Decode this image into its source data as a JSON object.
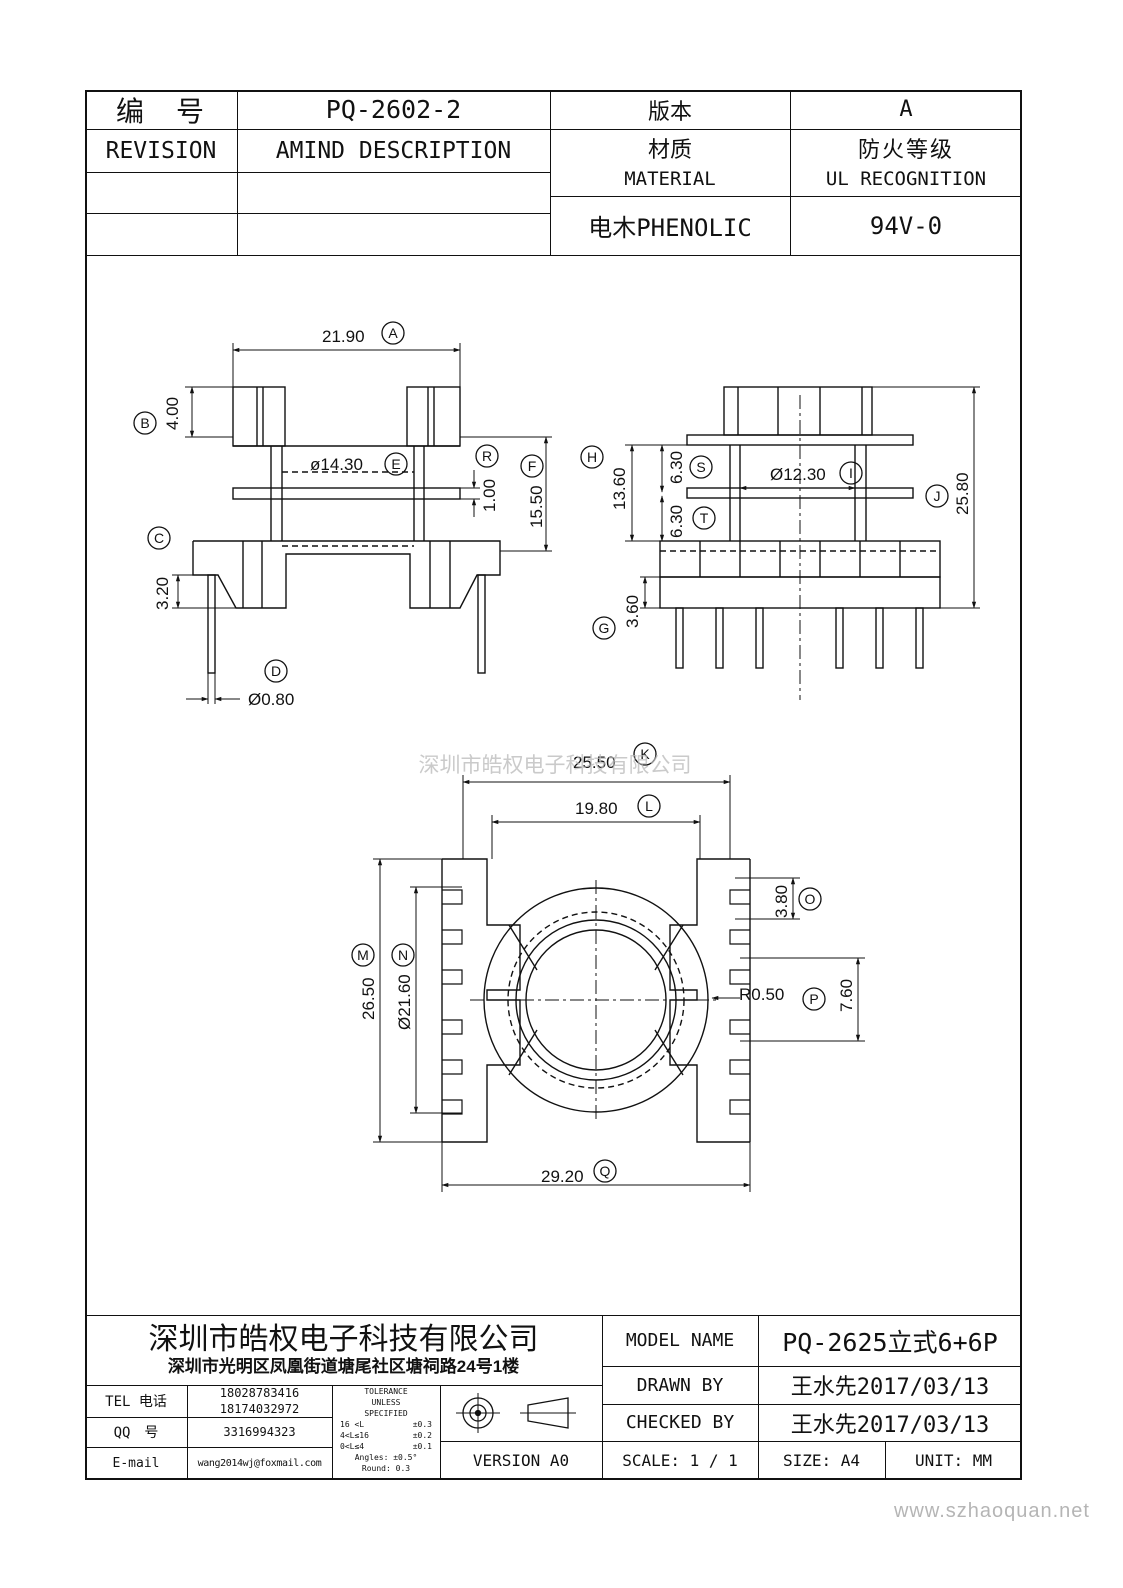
{
  "header": {
    "number_label": "编　号",
    "part_number": "PQ-2602-2",
    "version_label": "版本",
    "version_value": "A",
    "revision_label": "REVISION",
    "amind_label": "AMIND DESCRIPTION",
    "material_label_cn": "材质",
    "material_label_en": "MATERIAL",
    "fire_label_cn": "防火等级",
    "fire_label_en": "UL RECOGNITION",
    "material_value": "电木PHENOLIC",
    "fire_value": "94V-0"
  },
  "drawing": {
    "dims": {
      "A": "21.90",
      "B": "4.00",
      "E": "ø14.30",
      "R": "1.00",
      "F": "15.50",
      "C_dim": "3.20",
      "D": "Ø0.80",
      "H": "13.60",
      "S": "6.30",
      "I": "Ø12.30",
      "T": "6.30",
      "J": "25.80",
      "G": "3.60",
      "K": "25.50",
      "L": "19.80",
      "O": "3.80",
      "M": "26.50",
      "N": "Ø21.60",
      "R2": "R0.50",
      "P": "7.60",
      "Q": "29.20"
    },
    "balloons": [
      "A",
      "B",
      "C",
      "D",
      "E",
      "F",
      "G",
      "H",
      "I",
      "J",
      "K",
      "L",
      "M",
      "N",
      "O",
      "P",
      "Q",
      "R",
      "S",
      "T"
    ],
    "watermark": "深圳市皓权电子科技有限公司"
  },
  "footer": {
    "company": "深圳市皓权电子科技有限公司",
    "address": "深圳市光明区凤凰街道塘尾社区塘祠路24号1楼",
    "tel_label": "TEL 电话",
    "tel_1": "18028783416",
    "tel_2": "18174032972",
    "qq_label": "QQ　号",
    "qq": "3316994323",
    "email_label": "E-mail",
    "email": "wang2014wj@foxmail.com",
    "tolerance": [
      "TOLERANCE",
      "UNLESS",
      "SPECIFIED"
    ],
    "tol_rows": [
      {
        "range": "16 <L",
        "value": "±0.3"
      },
      {
        "range": "4<L≤16",
        "value": "±0.2"
      },
      {
        "range": "0<L≤4",
        "value": "±0.1"
      }
    ],
    "angles": "Angles: ±0.5°",
    "round": "Round: 0.3",
    "version": "VERSION A0",
    "model_label": "MODEL NAME",
    "model_value": "PQ-2625立式6+6P",
    "drawn_label": "DRAWN BY",
    "drawn_value": "王水先2017/03/13",
    "checked_label": "CHECKED BY",
    "checked_value": "王水先2017/03/13",
    "scale": "SCALE:  1 / 1",
    "size": "SIZE:  A4",
    "unit": "UNIT:  MM"
  },
  "site_watermark": "www.szhaoquan.net"
}
